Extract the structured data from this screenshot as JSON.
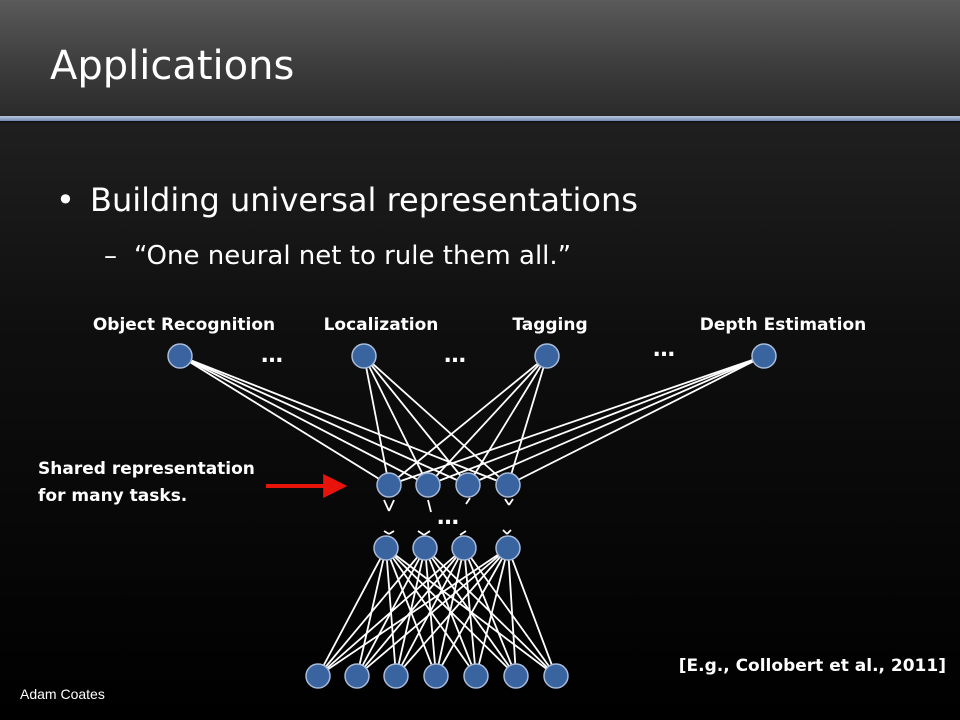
{
  "slide": {
    "title": "Applications",
    "bullet": "Building universal representations",
    "bullet_marker": "•",
    "sub_bullet": "“One neural net to rule them all.”",
    "sub_marker": "–"
  },
  "diagram": {
    "task_labels": [
      "Object Recognition",
      "Localization",
      "Tagging",
      "Depth Estimation"
    ],
    "ellipsis": "…",
    "annotation_line1": "Shared representation",
    "annotation_line2": "for many tasks.",
    "colors": {
      "node_fill": "#3a64a0",
      "node_stroke": "#a8bbd8",
      "edge": "#ffffff",
      "arrow": "#e8140c"
    }
  },
  "citation": "[E.g., Collobert et al., 2011]",
  "author": "Adam Coates"
}
